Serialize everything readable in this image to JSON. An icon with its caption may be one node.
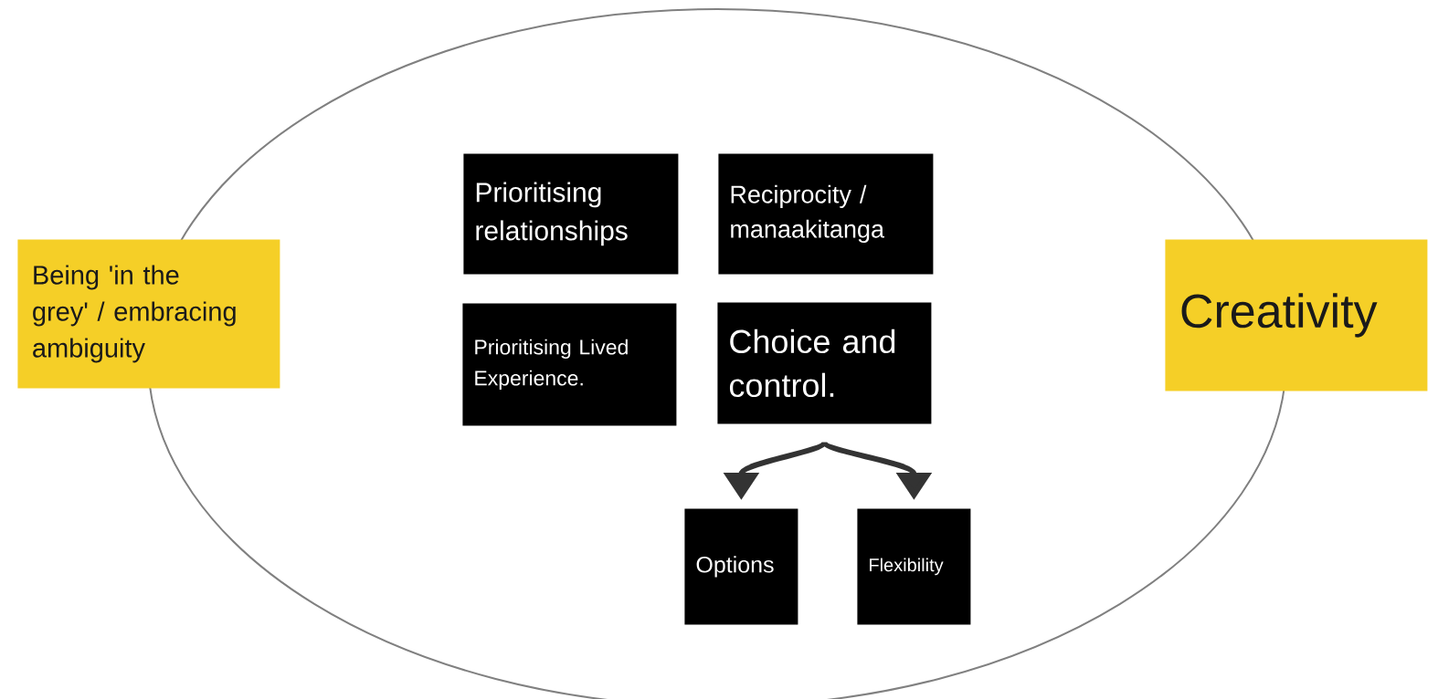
{
  "diagram": {
    "nodes": [
      {
        "text": [],
        "shape": "ellipse"
      },
      {
        "text": [
          "Being 'in the grey' / embracing ambiguity"
        ]
      },
      {
        "text": [
          "Prioritising relationships"
        ],
        "in": 0
      },
      {
        "text": [
          "Reciprocity / manaakitanga"
        ],
        "in": 0
      },
      {
        "text": [
          "Prioritising Lived Experience."
        ],
        "in": 0
      },
      {
        "text": [
          "Choice and control."
        ],
        "in": 0
      },
      {
        "text": [
          "Options"
        ],
        "in": 0
      },
      {
        "text": [
          "Flexibility"
        ],
        "in": 0
      },
      {
        "text": [
          "Creativity"
        ]
      }
    ],
    "edges": [
      {
        "from": 5,
        "to": 6,
        "arrow": "to"
      },
      {
        "from": 5,
        "to": 7,
        "arrow": "to"
      }
    ]
  }
}
